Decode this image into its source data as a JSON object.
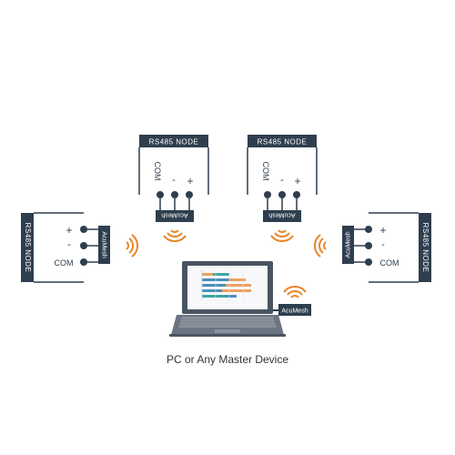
{
  "nodes": {
    "top_left": {
      "title": "RS485 NODE",
      "terminals": [
        "COM",
        "-",
        "+"
      ],
      "module": "AcuMesh"
    },
    "top_right": {
      "title": "RS485 NODE",
      "terminals": [
        "COM",
        "-",
        "+"
      ],
      "module": "AcuMesh"
    },
    "left": {
      "title": "RS485 NODE",
      "terminals": [
        "+",
        "-",
        "COM"
      ],
      "module": "AcuMesh"
    },
    "right": {
      "title": "RS485 NODE",
      "terminals": [
        "+",
        "-",
        "COM"
      ],
      "module": "AcuMesh"
    }
  },
  "laptop": {
    "module": "AcuMesh"
  },
  "caption": "PC or Any Master Device",
  "colors": {
    "node": "#2f3e4e",
    "wave": "#e8862a",
    "laptop_body": "#4a5563",
    "screen_bar_blue": "#4a90b8",
    "screen_bar_orange": "#f0a060",
    "screen_bar_teal": "#3aa6a0"
  }
}
